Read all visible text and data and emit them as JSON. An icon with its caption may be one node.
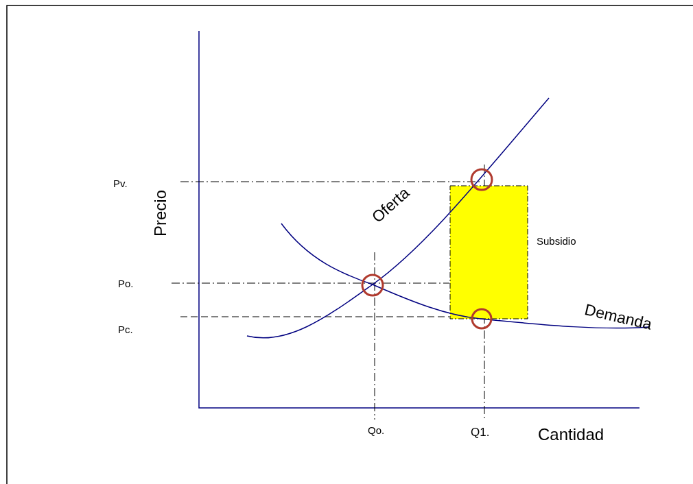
{
  "diagram": {
    "nodes": [
      {
        "text": [],
        "shape": "box",
        "beside": [
          "Subsidio"
        ]
      }
    ],
    "labels": [
      "Precio",
      "Pv.",
      "Po.",
      "Pc.",
      "Oferta",
      "Demanda",
      "Qo.",
      "Q1.",
      "Cantidad"
    ]
  }
}
